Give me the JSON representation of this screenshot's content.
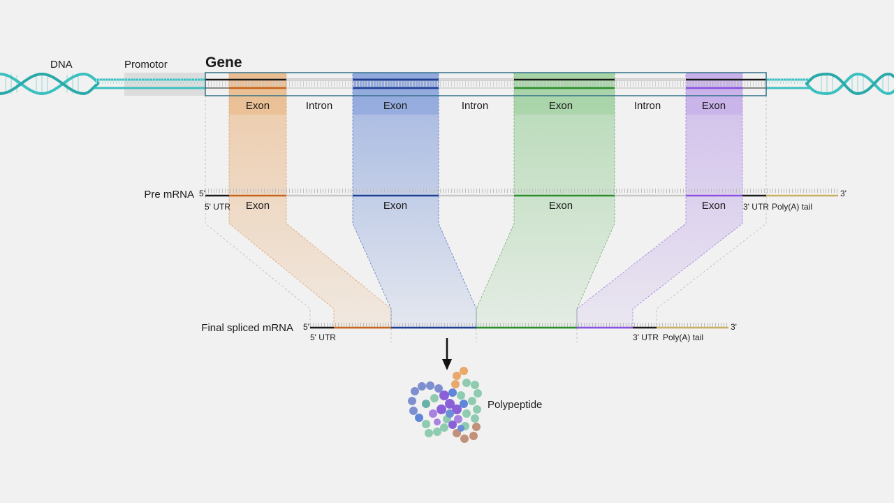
{
  "labels": {
    "dna": "DNA",
    "promotor": "Promotor",
    "gene": "Gene",
    "exon": "Exon",
    "intron": "Intron",
    "pre_mrna": "Pre mRNA",
    "final_mrna": "Final spliced mRNA",
    "five_prime": "5'",
    "three_prime": "3'",
    "five_utr": "5' UTR",
    "three_utr": "3' UTR",
    "polya": "Poly(A) tail",
    "polypeptide": "Polypeptide"
  },
  "colors": {
    "background": "#f1f1f1",
    "dna_helix": "#3cbfbf",
    "exon_1": "#e6a56b",
    "exon_1_line": "#c4641d",
    "exon_2": "#6f8fd6",
    "exon_2_line": "#1f3f95",
    "exon_3": "#8dc98d",
    "exon_3_line": "#2a8c2a",
    "exon_4": "#b99be8",
    "exon_4_line": "#8a52e0",
    "polya_line": "#c9b060",
    "utr_line": "#1a1a1a",
    "gene_box": "#2f6f88",
    "promotor_box": "#dcdcdc"
  }
}
